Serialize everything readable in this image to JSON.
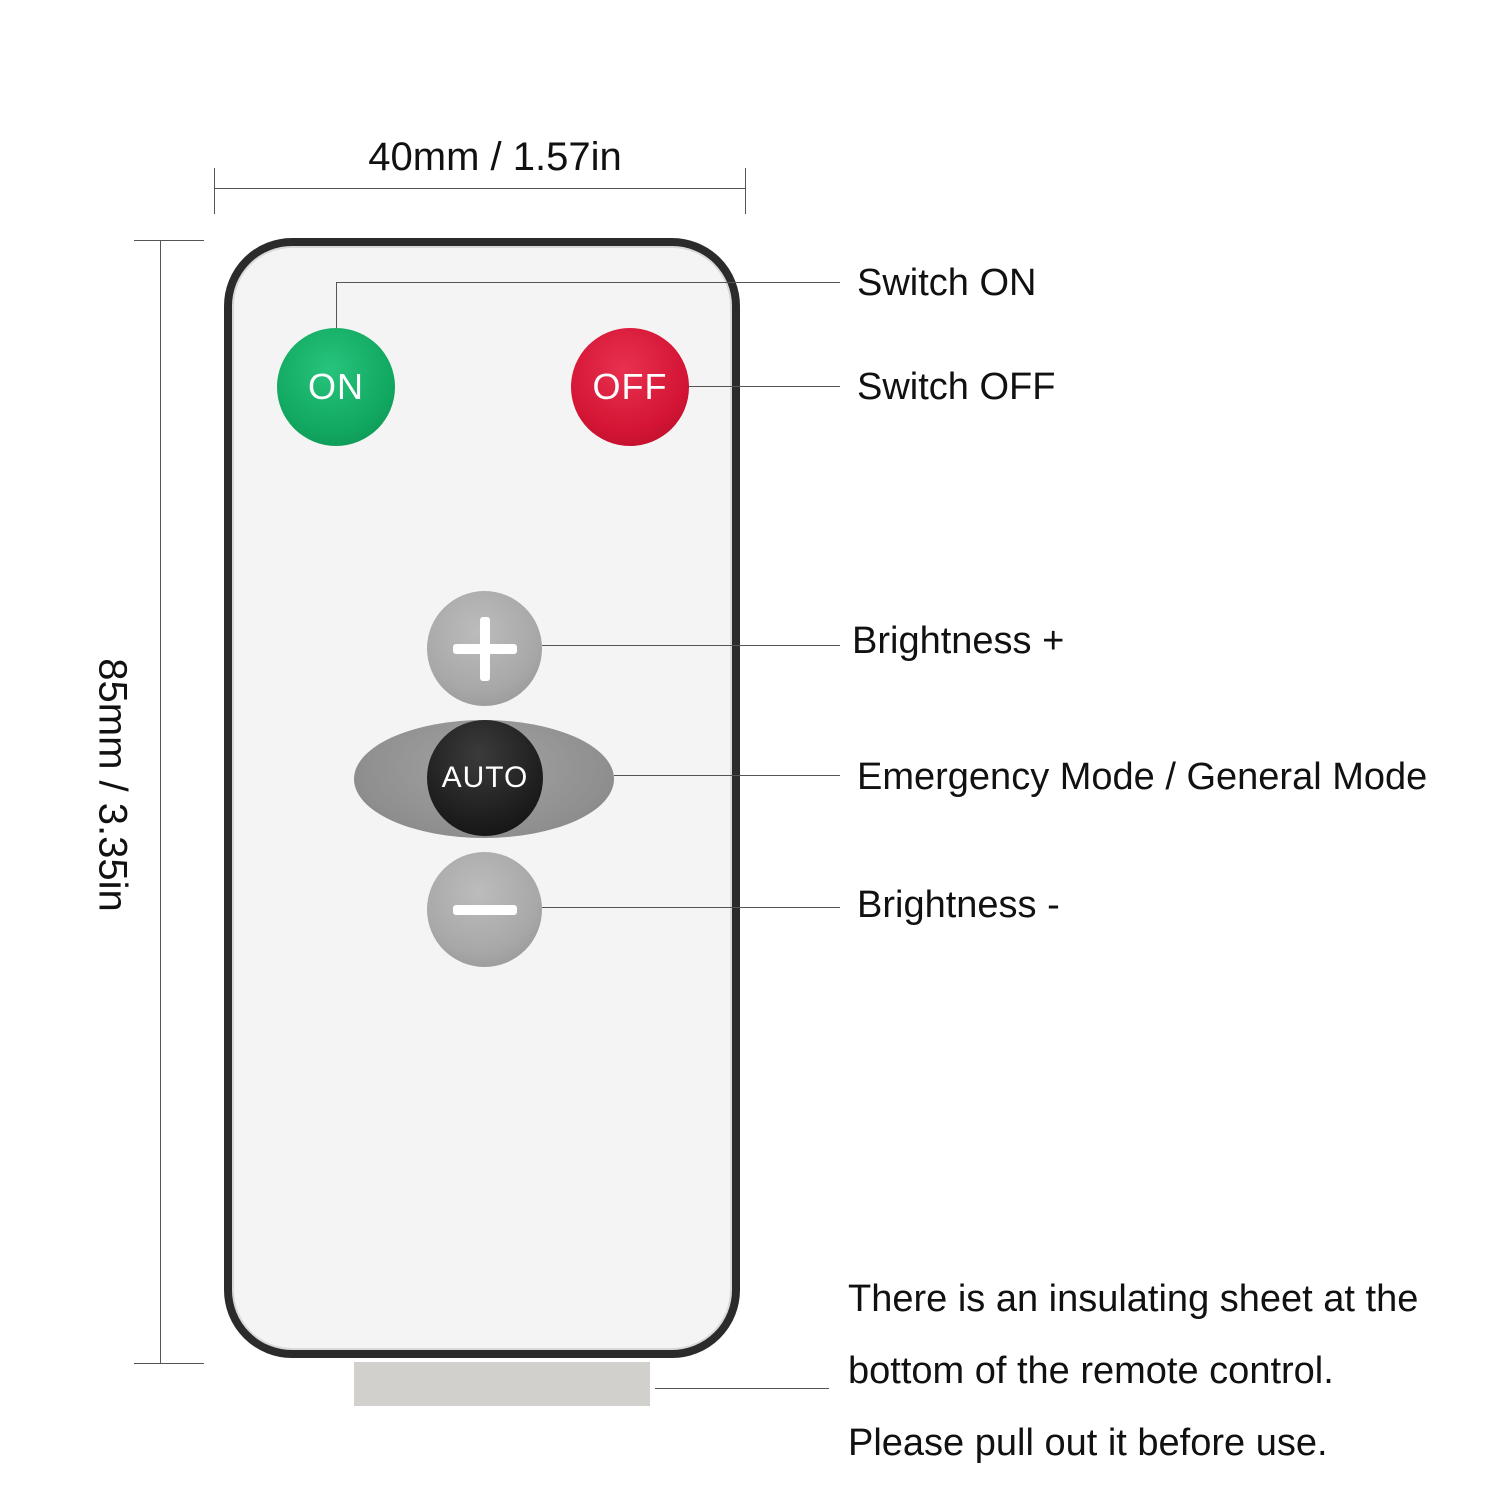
{
  "dimensions": {
    "width_label": "40mm / 1.57in",
    "height_label": "85mm / 3.35in"
  },
  "buttons": {
    "on": "ON",
    "off": "OFF",
    "auto": "AUTO",
    "plus_icon": "plus-icon",
    "minus_icon": "minus-icon"
  },
  "callouts": {
    "switch_on": "Switch ON",
    "switch_off": "Switch OFF",
    "brightness_plus": "Brightness +",
    "mode": "Emergency Mode / General Mode",
    "brightness_minus": "Brightness -"
  },
  "note": {
    "line1": "There is an insulating sheet at the",
    "line2": "bottom of the remote control.",
    "line3": "Please pull out it before use."
  },
  "colors": {
    "on_button": "#12a962",
    "off_button": "#d51535",
    "brightness_buttons": "#a8a8a8",
    "auto_button": "#1f1f1f",
    "remote_frame": "#2b2b2b",
    "insulating_sheet": "#d2d0cc"
  }
}
